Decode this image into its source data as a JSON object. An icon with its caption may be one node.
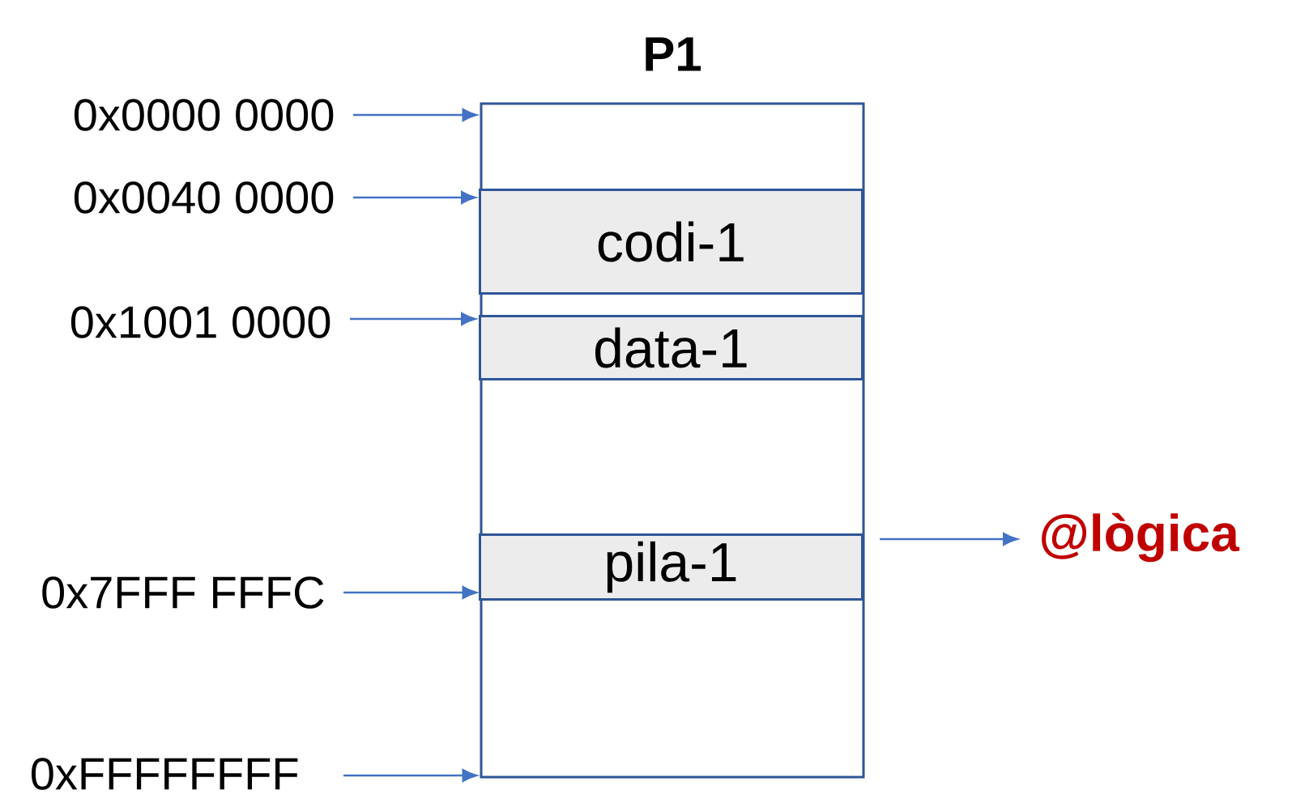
{
  "diagram": {
    "nodes": [
      {
        "text": [
          "P1"
        ]
      },
      {
        "text": [
          "codi-1"
        ],
        "in": 0
      },
      {
        "text": [
          "data-1"
        ],
        "in": 0
      },
      {
        "text": [
          "pila-1"
        ],
        "in": 0
      },
      {
        "text": [
          "0x0000 0000"
        ]
      },
      {
        "text": [
          "0x0040 0000"
        ]
      },
      {
        "text": [
          "0x1001 0000"
        ]
      },
      {
        "text": [
          "0x7FFF FFFC"
        ]
      },
      {
        "text": [
          "0xFFFFFFFF"
        ]
      },
      {
        "text": [
          "@lògica"
        ]
      }
    ],
    "edges": [
      {
        "from": 4,
        "to": 0,
        "arrow": "to"
      },
      {
        "from": 5,
        "to": 1,
        "arrow": "to"
      },
      {
        "from": 6,
        "to": 2,
        "arrow": "to"
      },
      {
        "from": 7,
        "to": 0,
        "arrow": "to"
      },
      {
        "from": 8,
        "to": 0,
        "arrow": "to"
      },
      {
        "from": 3,
        "to": 9,
        "arrow": "to"
      }
    ]
  }
}
